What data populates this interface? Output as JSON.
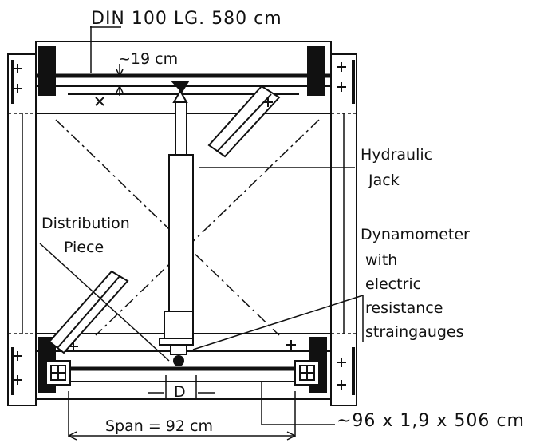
{
  "labels": {
    "beam_spec": "DIN 100 LG. 580 cm",
    "gap": "~19 cm",
    "jack_line1": "Hydraulic",
    "jack_line2": "Jack",
    "distribution_line1": "Distribution",
    "distribution_line2": "Piece",
    "dyn_title": "Dynamometer",
    "dyn_1": "with",
    "dyn_2": "electric",
    "dyn_3": "resistance",
    "dyn_4": "straingauges",
    "d": "D",
    "spec_plate": "~96 x 1,9 x 506 cm",
    "span": "Span = 92 cm"
  }
}
